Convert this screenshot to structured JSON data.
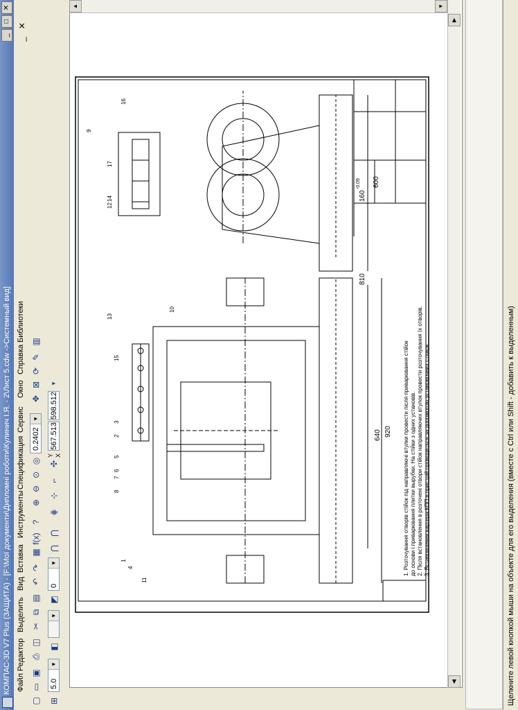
{
  "window": {
    "title": "КОМПАС-3D V7 Plus (ЗАЩИТА) - [F:\\Мої документи\\Дипломні роботи\\Кулинич І.Я. - 2\\Лист 5.cdw ->Системный вид]"
  },
  "menu": {
    "items": [
      "Файл",
      "Редактор",
      "Выделить",
      "Вид",
      "Вставка",
      "Инструменты",
      "Спецификация",
      "Сервис",
      "Окно",
      "Справка",
      "Библиотеки"
    ]
  },
  "toolbar": {
    "scale_value": "5.0",
    "layer_value": "0",
    "zoom_value": "0.2402",
    "coord_x": "567.513",
    "coord_y": "598.512",
    "coord_axis_y": "Y",
    "coord_axis_x": "X"
  },
  "drawing": {
    "dim_810": "810",
    "dim_640": "640",
    "dim_920": "920",
    "dim_600": "600",
    "dim_160": "160",
    "dim_160_tol": "-0.09",
    "notes": [
      "1. Розточування отворів стійок під направляючі втулки провести після приварювання стійок",
      "до основи і приварювання плитки вырубки. На стійки з одних установів.",
      "2. Після встановлення в розточені отвори стійок направляючих втулок провести розточування їх отворів.",
      "3. Встановлення картера КПП в пристрій проводиться за допомогою установочних стяжок."
    ],
    "leaders": [
      "1",
      "2",
      "3",
      "4",
      "5",
      "6",
      "7",
      "8",
      "9",
      "10",
      "11",
      "12",
      "13",
      "14",
      "15",
      "16",
      "17"
    ]
  },
  "status": {
    "text": "Щелкните левой кнопкой мыши на объекте для его выделения (вместе с Ctrl или Shift - добавить к выделенным)"
  }
}
